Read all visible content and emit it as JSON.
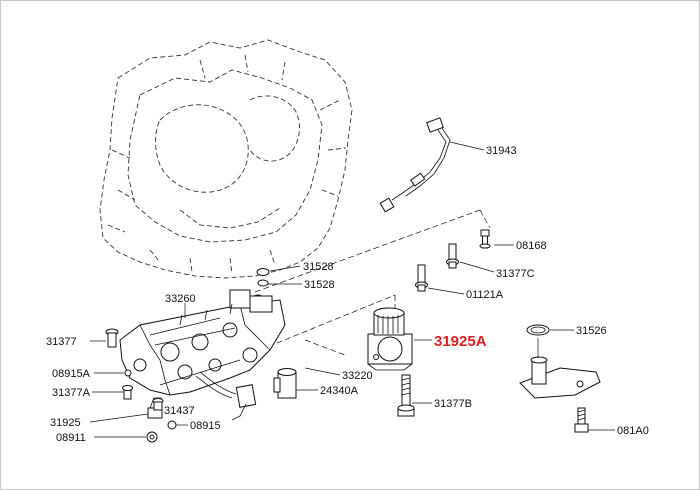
{
  "highlight_color": "#e02020",
  "parts": {
    "p31943": "31943",
    "p08168": "08168",
    "p31377C": "31377C",
    "p01121A": "01121A",
    "p31528a": "31528",
    "p31528b": "31528",
    "p33260": "33260",
    "p31377": "31377",
    "p08915A": "08915A",
    "p31377A": "31377A",
    "p31925": "31925",
    "p08911": "08911",
    "p31437": "31437",
    "p08915": "08915",
    "p33220": "33220",
    "p24340A": "24340A",
    "p31925A": "31925A",
    "p31377B": "31377B",
    "p31526": "31526",
    "p081A0": "081A0"
  },
  "icons": [
    "transmission-housing-outline",
    "valve-body",
    "solenoid-valve",
    "oil-temperature-sensor-harness",
    "bolt",
    "washer",
    "filter-cap"
  ]
}
